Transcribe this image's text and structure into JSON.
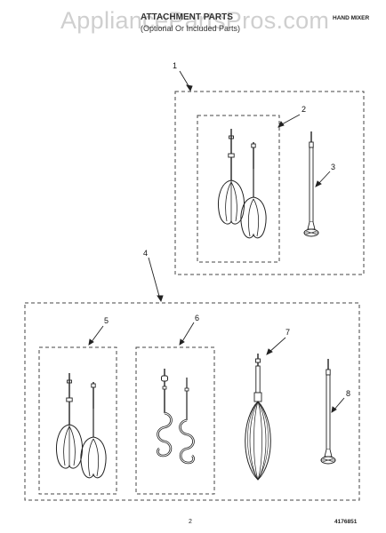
{
  "header": {
    "watermark": "AppliancePartsPros.com",
    "title": "ATTACHMENT PARTS",
    "subtitle": "(Optional Or Included Parts)",
    "category": "HAND MIXER"
  },
  "footer": {
    "page_number": "2",
    "document_number": "4176851"
  },
  "callouts": [
    "1",
    "2",
    "3",
    "4",
    "5",
    "6",
    "7",
    "8"
  ]
}
